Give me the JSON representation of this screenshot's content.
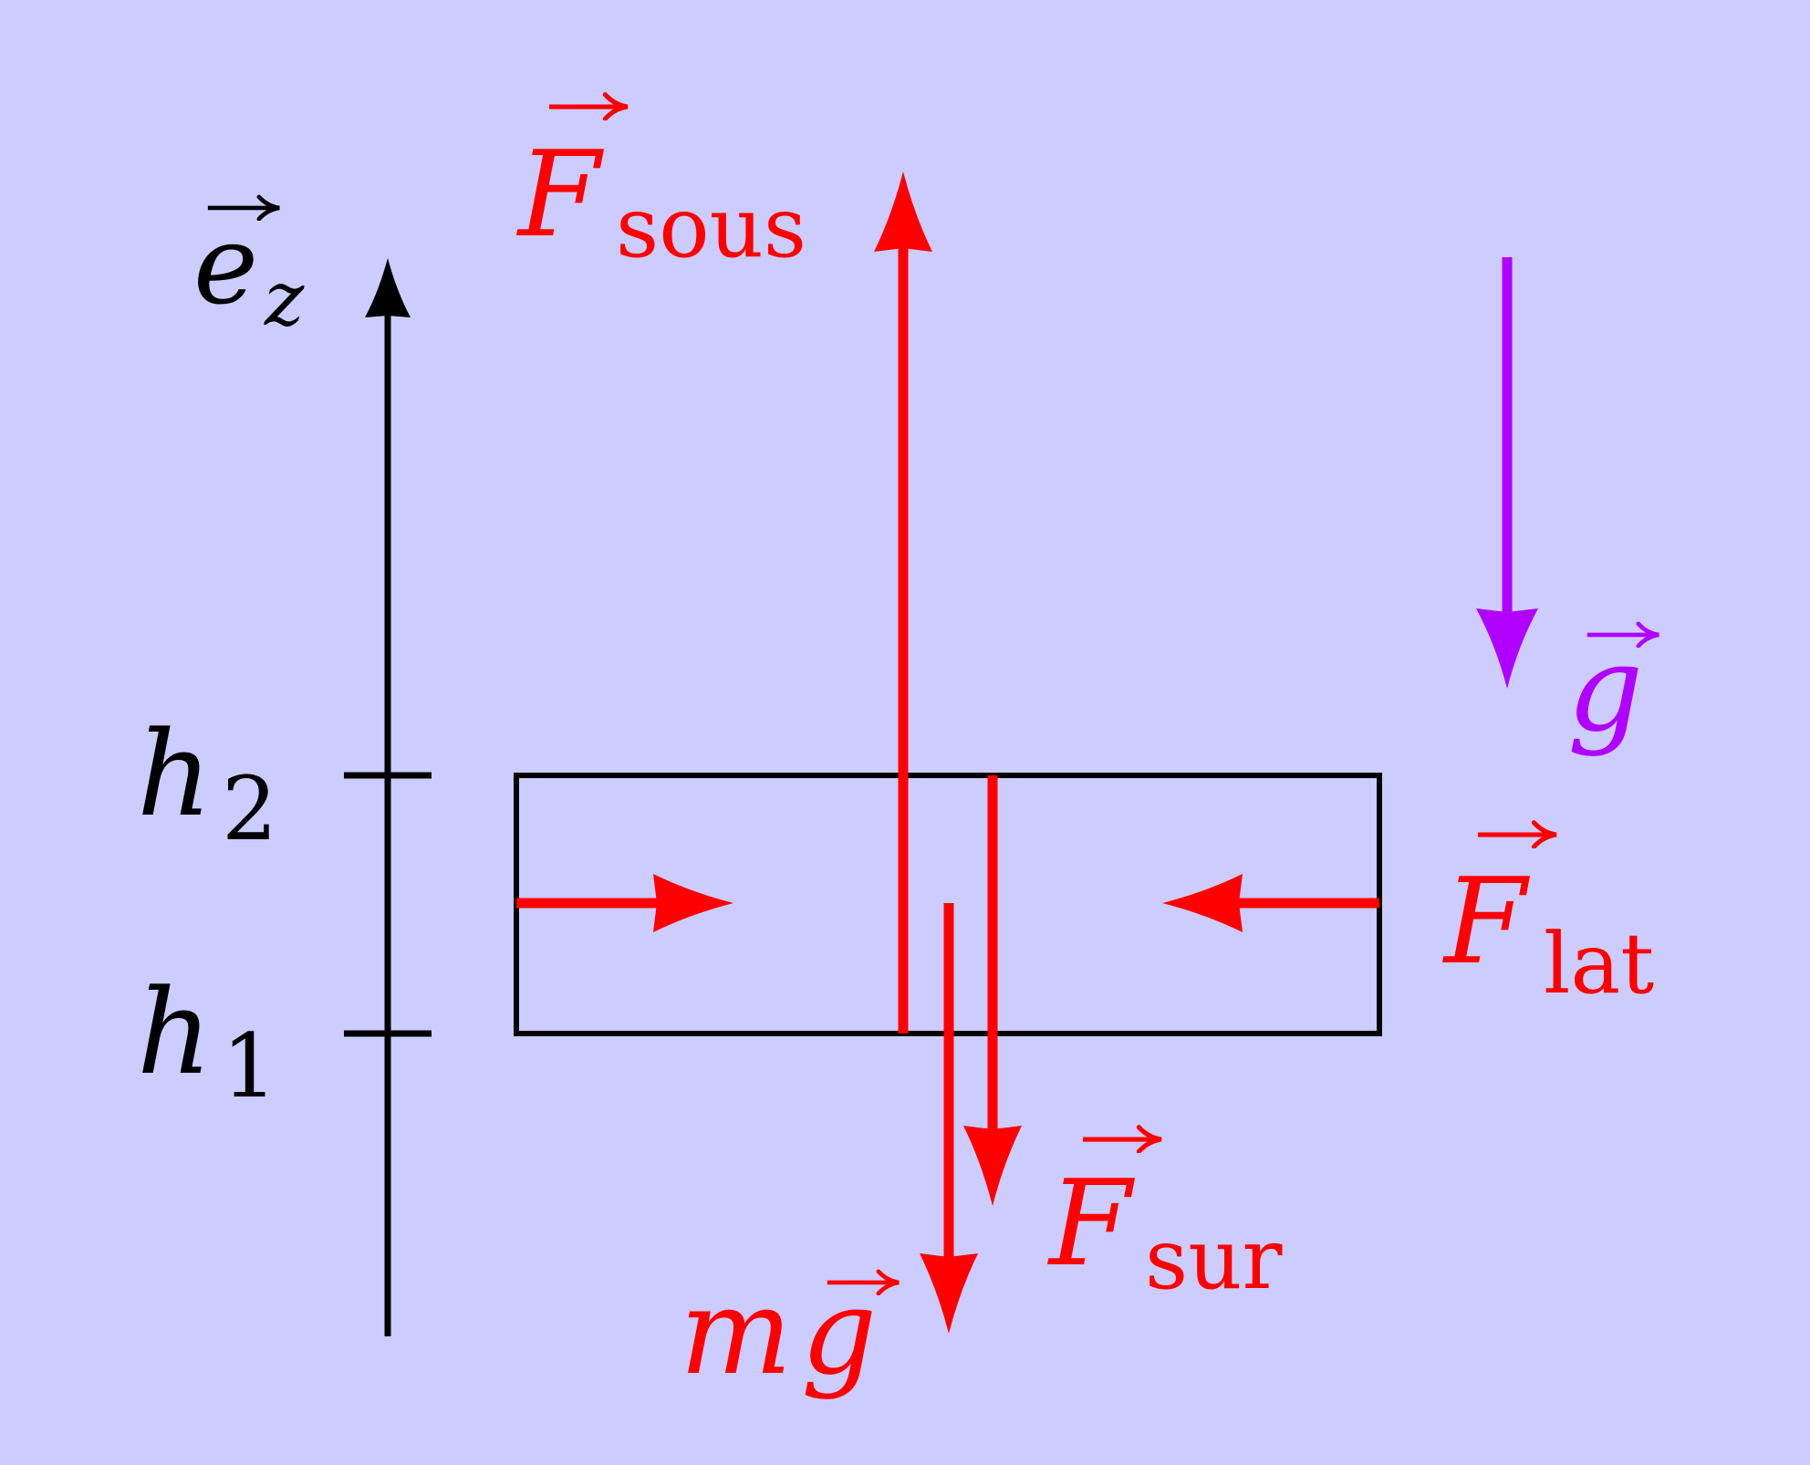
{
  "colors": {
    "background": "#ccccff",
    "axis": "#000000",
    "force": "#ff0000",
    "gravity": "#b000ff"
  },
  "axis": {
    "label_base": "e",
    "label_sub": "z",
    "tick_h2_base": "h",
    "tick_h2_sub": "2",
    "tick_h1_base": "h",
    "tick_h1_sub": "1"
  },
  "forces": {
    "sous_base": "F",
    "sous_sub": "sous",
    "sur_base": "F",
    "sur_sub": "sur",
    "lat_base": "F",
    "lat_sub": "lat",
    "weight_m": "m",
    "weight_g": "g"
  },
  "field": {
    "g_label": "g"
  }
}
